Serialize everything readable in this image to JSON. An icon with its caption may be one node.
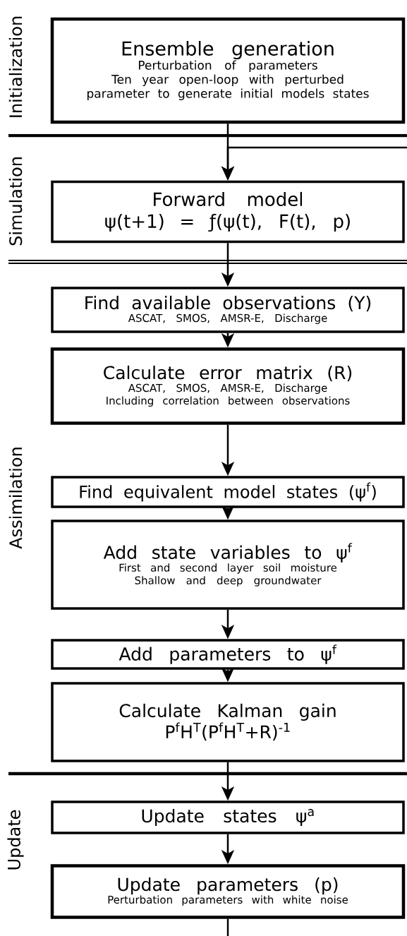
{
  "diagram": {
    "nodes": [
      {
        "text": [
          "Ensemble generation",
          "Perturbation of parameters",
          "Ten year open-loop with perturbed parameter to generate initial models states"
        ]
      },
      {
        "text": [
          "Forward model",
          "ψ(t+1) = ƒ(ψ(t), F(t), p)"
        ]
      },
      {
        "text": [
          "Find available observations (Y)",
          "ASCAT, SMOS, AMSR-E, Discharge"
        ]
      },
      {
        "text": [
          "Calculate error matrix (R)",
          "ASCAT, SMOS, AMSR-E, Discharge",
          "Including correlation between observations"
        ]
      },
      {
        "text": [
          "Find equivalent model states (ψ$^{f}$)"
        ]
      },
      {
        "text": [
          "Add state variables to ψ$^{f}$",
          "First and second layer soil moisture",
          "Shallow and deep groundwater"
        ]
      },
      {
        "text": [
          "Add parameters to ψ$^{f}$"
        ]
      },
      {
        "text": [
          "Calculate Kalman gain",
          "P$^{f}$H$^{T}$(P$^{f}$H$^{T}$+R)$^{-1}$"
        ]
      },
      {
        "text": [
          "Update states ψ$^{a}$"
        ]
      },
      {
        "text": [
          "Update parameters (p)",
          "Perturbation parameters with white noise"
        ]
      }
    ],
    "edges": [
      {
        "from": 0,
        "to": 1,
        "arrow": "to"
      },
      {
        "from": null,
        "to": 1,
        "arrow": "to"
      },
      {
        "from": 1,
        "to": 2,
        "arrow": "to"
      },
      {
        "from": 2,
        "to": 3,
        "arrow": "to"
      },
      {
        "from": 3,
        "to": 4,
        "arrow": "to"
      },
      {
        "from": 4,
        "to": 5,
        "arrow": "to"
      },
      {
        "from": 5,
        "to": 6,
        "arrow": "to"
      },
      {
        "from": 6,
        "to": 7,
        "arrow": "to"
      },
      {
        "from": 7,
        "to": 8,
        "arrow": "to"
      },
      {
        "from": 8,
        "to": 9,
        "arrow": "to"
      },
      {
        "from": 9,
        "to": null,
        "arrow": "none"
      }
    ],
    "labels": [
      "Initialization",
      "Simulation",
      "Assimilation",
      "Update"
    ]
  }
}
